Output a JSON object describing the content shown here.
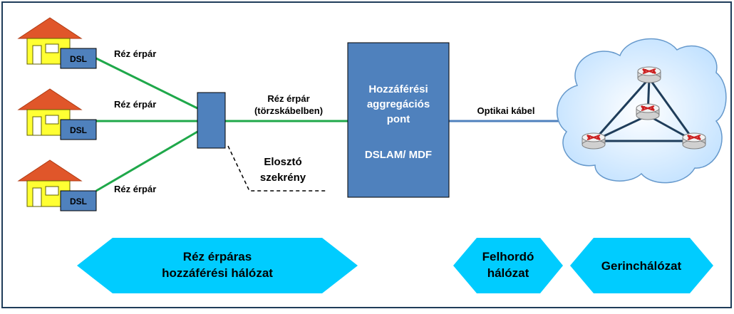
{
  "houses": [
    {
      "dsl_label": "DSL",
      "link_label": "Réz érpár"
    },
    {
      "dsl_label": "DSL",
      "link_label": "Réz érpár"
    },
    {
      "dsl_label": "DSL",
      "link_label": "Réz érpár"
    }
  ],
  "trunk": {
    "line1": "Réz érpár",
    "line2": "(törzskábelben)"
  },
  "cabinet": {
    "line1": "Elosztó",
    "line2": "szekrény"
  },
  "aggregation": {
    "line1": "Hozzáférési",
    "line2": "aggregációs",
    "line3": "pont",
    "line4": "DSLAM/ MDF"
  },
  "optical": {
    "label": "Optikai kábel"
  },
  "segments": {
    "access": {
      "line1": "Réz érpáras",
      "line2": "hozzáférési hálózat"
    },
    "backhaul": {
      "line1": "Felhordó",
      "line2": "hálózat"
    },
    "core": {
      "label": "Gerinchálózat"
    }
  },
  "colors": {
    "copper_line": "#1fa84a",
    "optical_line": "#4f81bd",
    "box_fill": "#4f81bd",
    "arrow_fill": "#00ccff",
    "roof": "#e0562a",
    "house_wall": "#ffff33",
    "cloud_fill": "#cce8ff"
  }
}
